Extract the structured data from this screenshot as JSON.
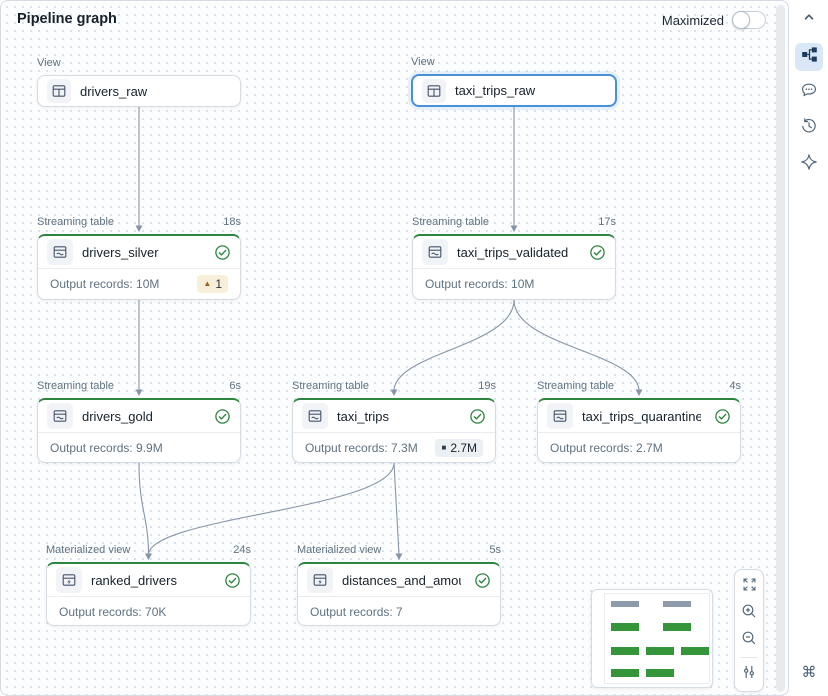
{
  "header": {
    "title": "Pipeline graph",
    "maximized_label": "Maximized",
    "maximized_on": false
  },
  "graph": {
    "nodes": [
      {
        "id": "drivers_raw",
        "kind": "view",
        "type_label": "View",
        "name": "drivers_raw"
      },
      {
        "id": "taxi_trips_raw",
        "kind": "view",
        "type_label": "View",
        "name": "taxi_trips_raw",
        "selected": true
      },
      {
        "id": "drivers_silver",
        "kind": "streaming_table",
        "type_label": "Streaming table",
        "duration": "18s",
        "name": "drivers_silver",
        "status": "success",
        "output_text": "Output records: 10M",
        "badge": {
          "type": "warning",
          "icon": "warning-triangle-icon",
          "glyph": "▲",
          "text": "1"
        }
      },
      {
        "id": "taxi_trips_validated",
        "kind": "streaming_table",
        "type_label": "Streaming table",
        "duration": "17s",
        "name": "taxi_trips_validated",
        "status": "success",
        "output_text": "Output records: 10M"
      },
      {
        "id": "drivers_gold",
        "kind": "streaming_table",
        "type_label": "Streaming table",
        "duration": "6s",
        "name": "drivers_gold",
        "status": "success",
        "output_text": "Output records: 9.9M"
      },
      {
        "id": "taxi_trips",
        "kind": "streaming_table",
        "type_label": "Streaming table",
        "duration": "19s",
        "name": "taxi_trips",
        "status": "success",
        "output_text": "Output records: 7.3M",
        "badge": {
          "type": "neutral",
          "icon": "dropped-records-icon",
          "glyph": "■",
          "text": "2.7M"
        }
      },
      {
        "id": "taxi_trips_quarantine",
        "kind": "streaming_table",
        "type_label": "Streaming table",
        "duration": "4s",
        "name": "taxi_trips_quarantine",
        "status": "success",
        "output_text": "Output records: 2.7M"
      },
      {
        "id": "ranked_drivers",
        "kind": "materialized_view",
        "type_label": "Materialized view",
        "duration": "24s",
        "name": "ranked_drivers",
        "status": "success",
        "output_text": "Output records: 70K"
      },
      {
        "id": "distances_and_amounts_b",
        "kind": "materialized_view",
        "type_label": "Materialized view",
        "duration": "5s",
        "name": "distances_and_amounts_b...",
        "status": "success",
        "output_text": "Output records: 7"
      }
    ],
    "edges": [
      [
        "drivers_raw",
        "drivers_silver"
      ],
      [
        "taxi_trips_raw",
        "taxi_trips_validated"
      ],
      [
        "drivers_silver",
        "drivers_gold"
      ],
      [
        "taxi_trips_validated",
        "taxi_trips"
      ],
      [
        "taxi_trips_validated",
        "taxi_trips_quarantine"
      ],
      [
        "drivers_gold",
        "ranked_drivers"
      ],
      [
        "taxi_trips",
        "ranked_drivers"
      ],
      [
        "taxi_trips",
        "distances_and_amounts_b"
      ]
    ]
  },
  "minimap": {
    "rows": [
      [
        "gray",
        "gray"
      ],
      [
        "green",
        "green"
      ],
      [
        "green",
        "green",
        "green"
      ],
      [
        "green",
        "green"
      ]
    ]
  },
  "canvas_controls": {
    "buttons": [
      "expand-icon",
      "zoom-in-icon",
      "zoom-out-icon",
      "filter-settings-icon"
    ]
  },
  "sidebar": {
    "items": [
      {
        "icon": "chevron-up-icon",
        "active": false
      },
      {
        "icon": "pipeline-graph-icon",
        "active": true
      },
      {
        "icon": "comments-icon",
        "active": false
      },
      {
        "icon": "history-icon",
        "active": false
      },
      {
        "icon": "assistant-sparkle-icon",
        "active": false
      }
    ],
    "bottom": {
      "icon": "keyboard-shortcuts-icon",
      "glyph": "⌘"
    }
  },
  "colors": {
    "success_green": "#2e8540",
    "selected_blue": "#4a90d5",
    "edge_gray": "#8696a8",
    "warning_amber": "#a05c1c",
    "minimap_green": "#35953b",
    "minimap_gray": "#8e9aa9"
  }
}
